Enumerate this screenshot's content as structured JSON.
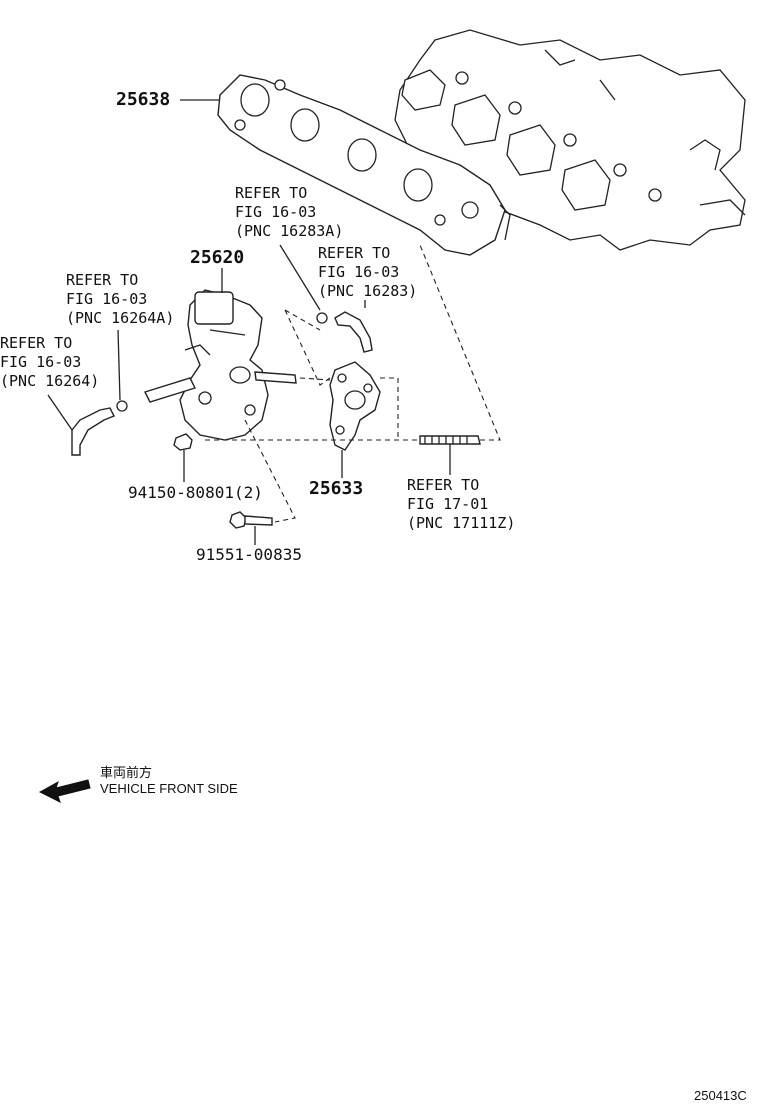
{
  "parts": {
    "p25638": "25638",
    "p25620": "25620",
    "p25633": "25633",
    "p94150": "94150-80801(2)",
    "p91551": "91551-00835"
  },
  "refs": {
    "r16283a": [
      "REFER TO",
      "FIG 16-03",
      "(PNC 16283A)"
    ],
    "r16283": [
      "REFER TO",
      "FIG 16-03",
      "(PNC 16283)"
    ],
    "r16264a": [
      "REFER TO",
      "FIG 16-03",
      "(PNC 16264A)"
    ],
    "r16264": [
      "REFER TO",
      "FIG 16-03",
      "(PNC 16264)"
    ],
    "r17111z": [
      "REFER TO",
      "FIG 17-01",
      "(PNC 17111Z)"
    ]
  },
  "legend": {
    "japanese": "車両前方",
    "english": "VEHICLE FRONT SIDE"
  },
  "figure_code": "250413C",
  "icons": {
    "direction": "left-arrow-icon"
  }
}
